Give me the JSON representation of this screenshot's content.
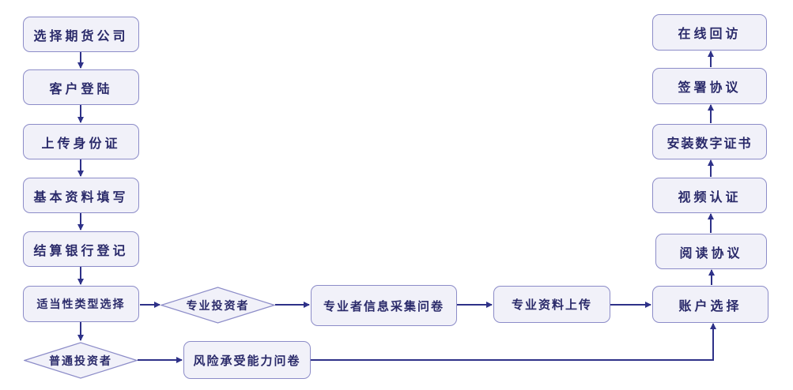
{
  "left_steps": [
    "选择期货公司",
    "客户登陆",
    "上传身份证",
    "基本资料填写",
    "结算银行登记",
    "适当性类型选择"
  ],
  "decisions": {
    "professional": "专业投资者",
    "ordinary": "普通投资者"
  },
  "professional_path": [
    "专业者信息采集问卷",
    "专业资料上传"
  ],
  "ordinary_path": [
    "风险承受能力问卷"
  ],
  "account": "账户选择",
  "right_steps": [
    "阅读协议",
    "视频认证",
    "安装数字证书",
    "签署协议",
    "在线回访"
  ],
  "colors": {
    "fill": "#f1f1f9",
    "border": "#8c8cc8",
    "arrow": "#2e3188",
    "text": "#2a2a6a"
  }
}
